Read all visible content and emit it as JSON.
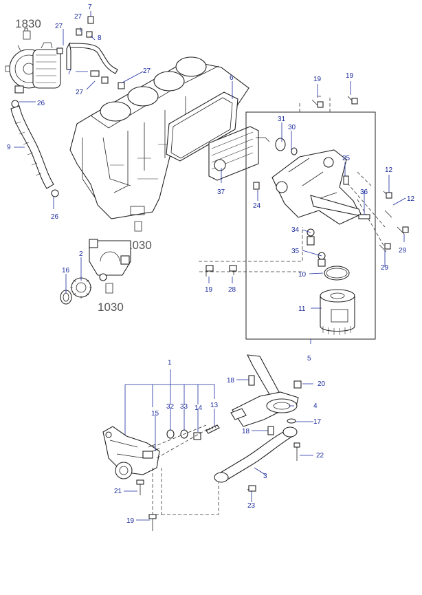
{
  "callouts": {
    "c1830": "1830",
    "c1030a": "1030",
    "c1030b": "1030",
    "n7a": "7",
    "n27a": "27",
    "n8": "8",
    "n27b": "27",
    "n7b": "7",
    "n27c": "27",
    "n27d": "27",
    "n26a": "26",
    "n9": "9",
    "n26b": "26",
    "n6": "6",
    "n37": "37",
    "n2": "2",
    "n16": "16",
    "n19a": "19",
    "n19b": "19",
    "n31": "31",
    "n30": "30",
    "n25": "25",
    "n12a": "12",
    "n12b": "12",
    "n36": "36",
    "n24": "24",
    "n34": "34",
    "n35": "35",
    "n29a": "29",
    "n29b": "29",
    "n10": "10",
    "n11": "11",
    "n19c": "19",
    "n28": "28",
    "n5": "5",
    "n1": "1",
    "n32": "32",
    "n33": "33",
    "n14": "14",
    "n13": "13",
    "n15": "15",
    "n18a": "18",
    "n20": "20",
    "n4": "4",
    "n18b": "18",
    "n17": "17",
    "n22": "22",
    "n3": "3",
    "n21": "21",
    "n23": "23",
    "n19d": "19"
  }
}
